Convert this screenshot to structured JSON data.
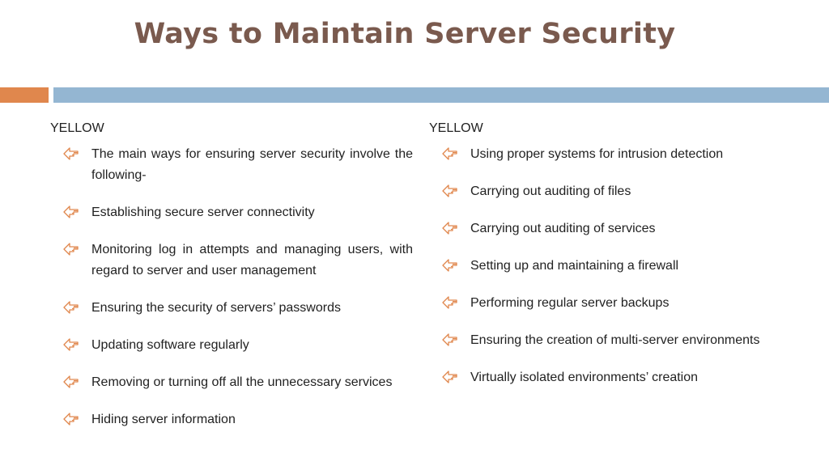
{
  "title": "Ways to Maintain Server Security",
  "colors": {
    "title": "#7a5a4e",
    "accent_bar": "#e0874d",
    "main_bar": "#94b6d2",
    "bullet": "#e0874d"
  },
  "left_column": {
    "header": "YELLOW",
    "items": [
      "The main ways for ensuring server security involve the following-",
      "Establishing secure server connectivity",
      "Monitoring log in attempts and managing users, with regard to server and user management",
      "Ensuring the security of servers’ passwords",
      "Updating software regularly",
      "Removing or turning off all the unnecessary services",
      "Hiding server information"
    ]
  },
  "right_column": {
    "header": "YELLOW",
    "items": [
      "Using proper systems for intrusion detection",
      "Carrying out auditing of files",
      "Carrying out auditing of services",
      "Setting up and maintaining a firewall",
      "Performing regular server backups",
      "Ensuring the creation of multi-server environments",
      "Virtually isolated environments’ creation"
    ]
  },
  "bullet_icon": "pointing-hand-icon"
}
